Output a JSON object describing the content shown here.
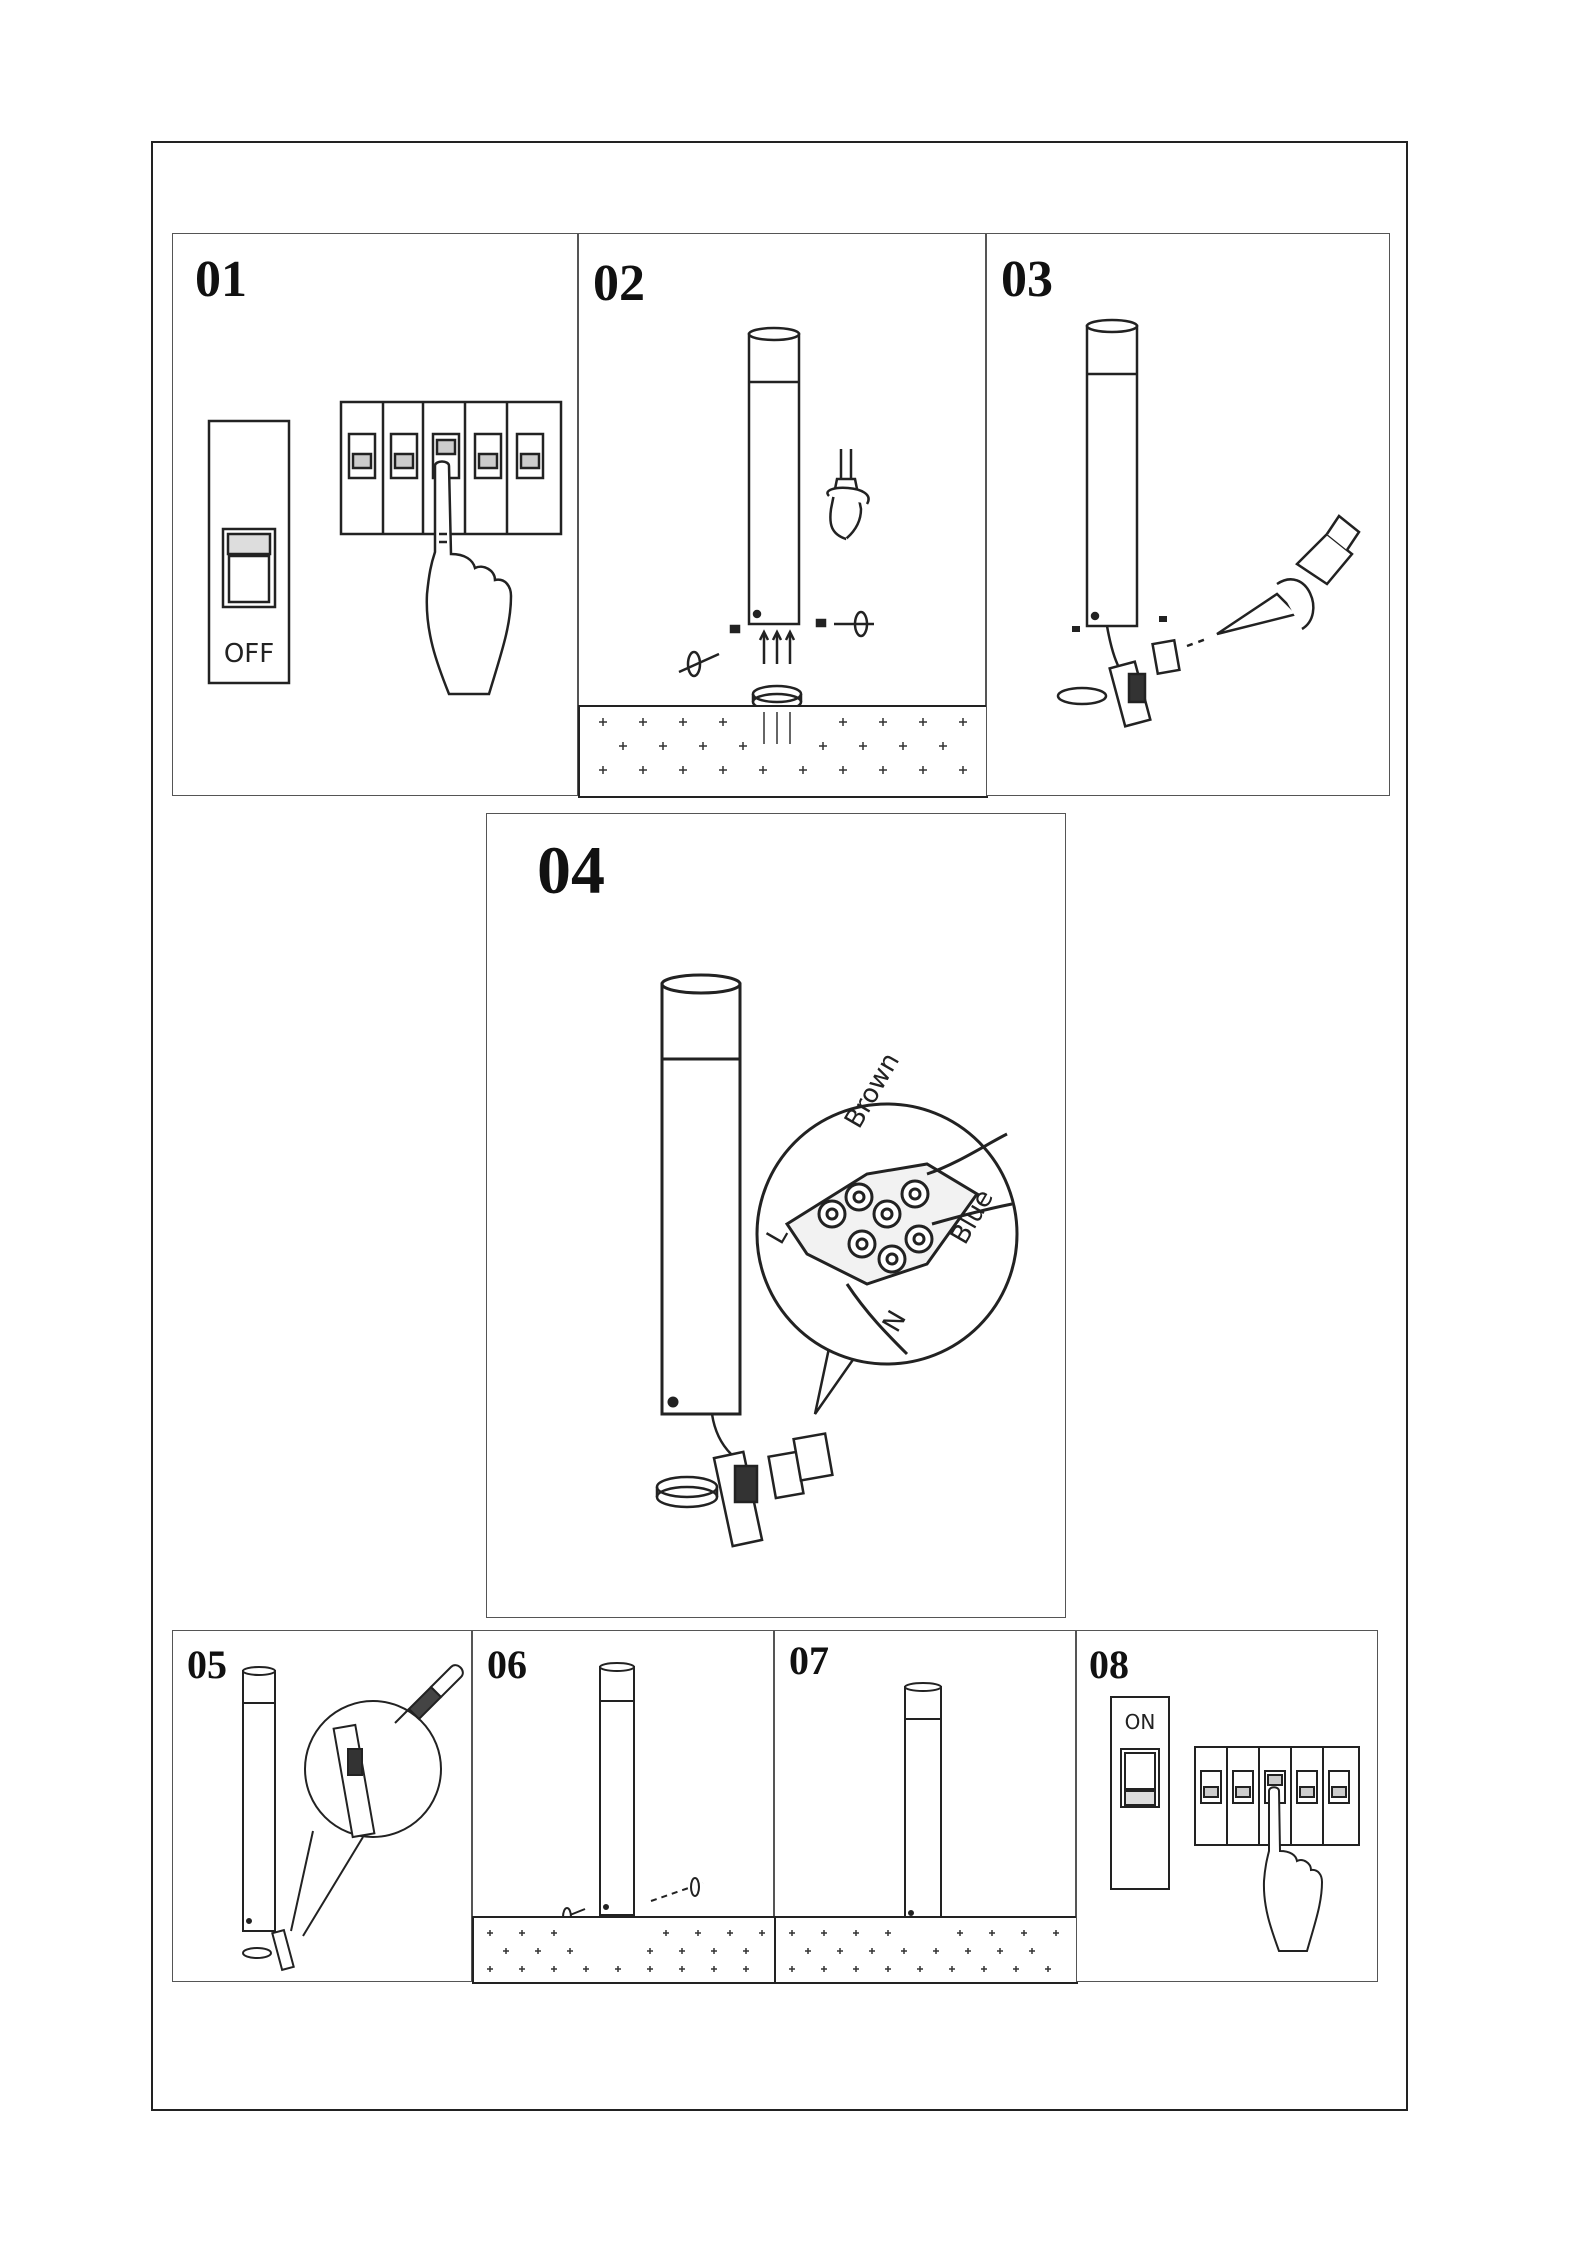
{
  "steps": [
    {
      "number": "01",
      "switch_label": "OFF"
    },
    {
      "number": "02"
    },
    {
      "number": "03"
    },
    {
      "number": "04",
      "wire_labels": {
        "brown": "Brown",
        "blue": "Blue",
        "live": "L",
        "neutral": "N"
      }
    },
    {
      "number": "05"
    },
    {
      "number": "06"
    },
    {
      "number": "07"
    },
    {
      "number": "08",
      "switch_label": "ON"
    }
  ],
  "icons": [
    "breaker-switch-icon",
    "circuit-breaker-panel-icon",
    "hand-icon",
    "bollard-lamp-icon",
    "screw-icon",
    "wall-plug-icon",
    "terminal-block-icon",
    "screwdriver-icon",
    "ground-icon"
  ]
}
